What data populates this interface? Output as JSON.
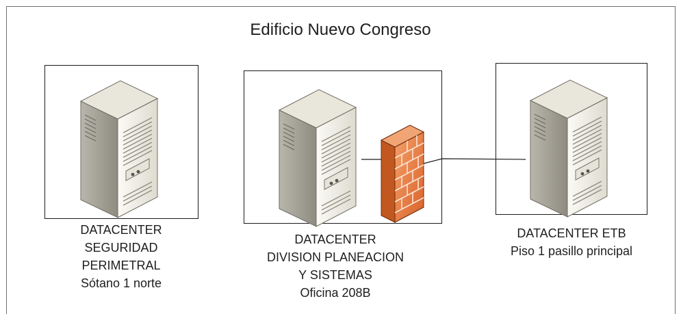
{
  "diagram": {
    "title": "Edificio Nuevo Congreso",
    "nodes": [
      {
        "id": "dc-seguridad",
        "lines": [
          "DATACENTER",
          "SEGURIDAD",
          "PERIMETRAL",
          "Sótano 1 norte"
        ],
        "icon": "server-tower-icon"
      },
      {
        "id": "dc-planeacion",
        "lines": [
          "DATACENTER",
          "DIVISION PLANEACION",
          "Y SISTEMAS",
          "Oficina 208B"
        ],
        "icon": "server-tower-icon"
      },
      {
        "id": "dc-etb",
        "lines": [
          "DATACENTER ETB",
          "Piso 1 pasillo principal"
        ],
        "icon": "server-tower-icon"
      }
    ],
    "firewall": {
      "icon": "firewall-brick-icon"
    },
    "connections": [
      {
        "from": "dc-planeacion",
        "to": "firewall"
      },
      {
        "from": "firewall",
        "to": "dc-etb"
      }
    ],
    "colors": {
      "firewall_brick": "#e8793b",
      "firewall_dark": "#b4501f",
      "server_light": "#f3f1ea",
      "server_dark": "#9c9a90"
    }
  }
}
